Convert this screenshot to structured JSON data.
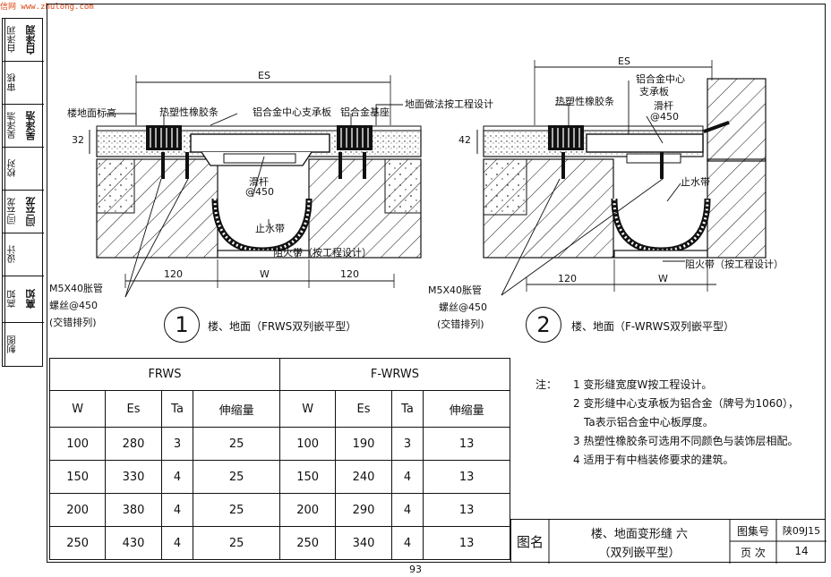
{
  "header_red_text": "信网 www.zhulong.com",
  "side_labels": [
    {
      "label": "白泽润",
      "sig": "白泽润"
    },
    {
      "label": "审核",
      "sig": ""
    },
    {
      "label": "吴泽浩",
      "sig": "吴泽浩"
    },
    {
      "label": "校对",
      "sig": ""
    },
    {
      "label": "闫云龙",
      "sig": "闫云龙"
    },
    {
      "label": "设计",
      "sig": ""
    },
    {
      "label": "高如",
      "sig": "高如"
    },
    {
      "label": "制图",
      "sig": ""
    }
  ],
  "drawing1": {
    "labels": {
      "floor_level": "楼地面标高",
      "rubber_strip": "热塑性橡胶条",
      "center_plate": "铝合金中心支承板",
      "base_seat": "铝合金基座",
      "floor_finish": "地面做法按工程设计",
      "es": "ES",
      "dim_32": "32",
      "slide_bar": "滑杆",
      "slide_spacing": "@450",
      "water_stop": "止水带",
      "fire_stop": "阻火带（按工程设计）",
      "expansion_bolt": "M5X40胀管",
      "screw": "螺丝@450",
      "staggered": "(交错排列)",
      "dim_120a": "120",
      "dim_w": "W",
      "dim_120b": "120",
      "number": "1",
      "caption": "楼、地面（FRWS双列嵌平型）"
    }
  },
  "drawing2": {
    "labels": {
      "es": "ES",
      "center_plate_1": "铝合金中心",
      "center_plate_2": "支承板",
      "rubber_strip": "热塑性橡胶条",
      "slide_bar": "滑杆",
      "slide_spacing": "@450",
      "dim_42": "42",
      "water_stop": "止水带",
      "fire_stop": "阻火带（按工程设计）",
      "expansion_bolt": "M5X40胀管",
      "screw": "螺丝@450",
      "staggered": "(交错排列)",
      "dim_120": "120",
      "dim_w": "W",
      "number": "2",
      "caption": "楼、地面（F-WRWS双列嵌平型）"
    }
  },
  "table": {
    "group_headers": [
      "FRWS",
      "F-WRWS"
    ],
    "columns": [
      "W",
      "Es",
      "Ta",
      "伸缩量",
      "W",
      "Es",
      "Ta",
      "伸缩量"
    ],
    "rows": [
      [
        "100",
        "280",
        "3",
        "25",
        "100",
        "190",
        "3",
        "13"
      ],
      [
        "150",
        "330",
        "4",
        "25",
        "150",
        "240",
        "4",
        "13"
      ],
      [
        "200",
        "380",
        "4",
        "25",
        "200",
        "290",
        "4",
        "13"
      ],
      [
        "250",
        "430",
        "4",
        "25",
        "250",
        "340",
        "4",
        "13"
      ]
    ]
  },
  "notes": {
    "lead": "注：",
    "items": [
      {
        "num": "1",
        "text": "变形缝宽度W按工程设计。"
      },
      {
        "num": "2",
        "text": "变形缝中心支承板为铝合金（牌号为1060），"
      },
      {
        "num": "",
        "text": "Ta表示铝合金中心板厚度。"
      },
      {
        "num": "3",
        "text": "热塑性橡胶条可选用不同颜色与装饰层相配。"
      },
      {
        "num": "4",
        "text": "适用于有中档装修要求的建筑。"
      }
    ]
  },
  "title_block": {
    "label_name": "图名",
    "title_line1": "楼、地面变形缝 六",
    "title_line2": "（双列嵌平型）",
    "atlas_label": "图集号",
    "atlas_value": "陕09J15",
    "page_label": "页 次",
    "page_value": "14"
  },
  "page_number": "93"
}
